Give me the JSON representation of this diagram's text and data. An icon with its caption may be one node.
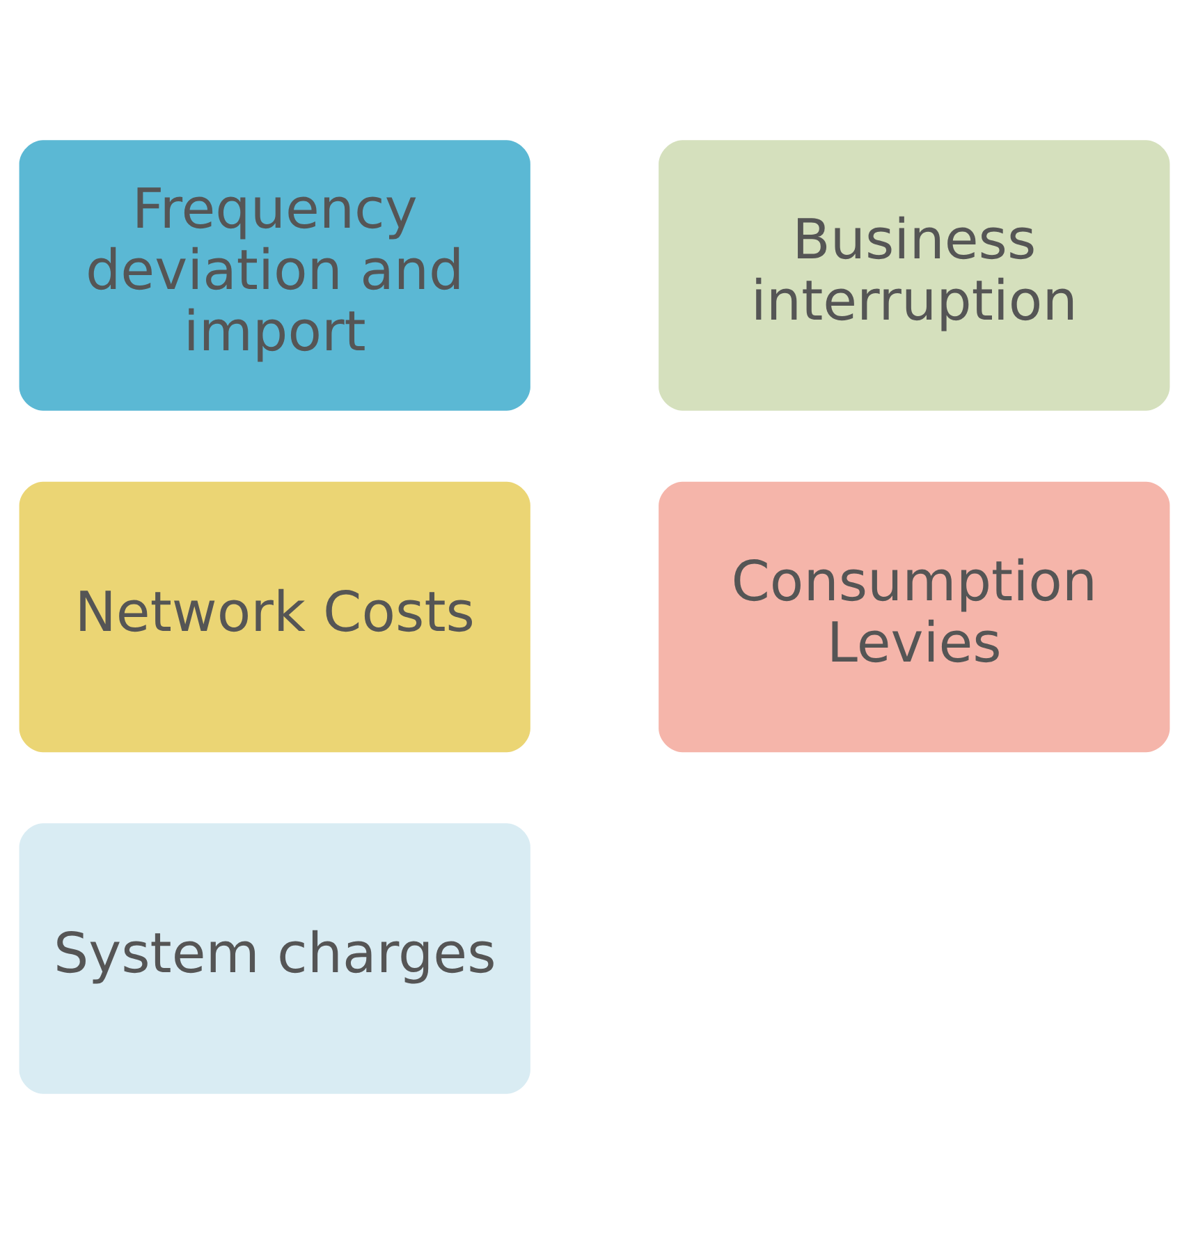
{
  "diagram": {
    "nodes": [
      {
        "text": [
          "Frequency deviation and import"
        ]
      },
      {
        "text": [
          "Business interruption"
        ]
      },
      {
        "text": [
          "Network Costs"
        ]
      },
      {
        "text": [
          "Consumption Levies"
        ]
      },
      {
        "text": [
          "System charges"
        ]
      }
    ]
  }
}
